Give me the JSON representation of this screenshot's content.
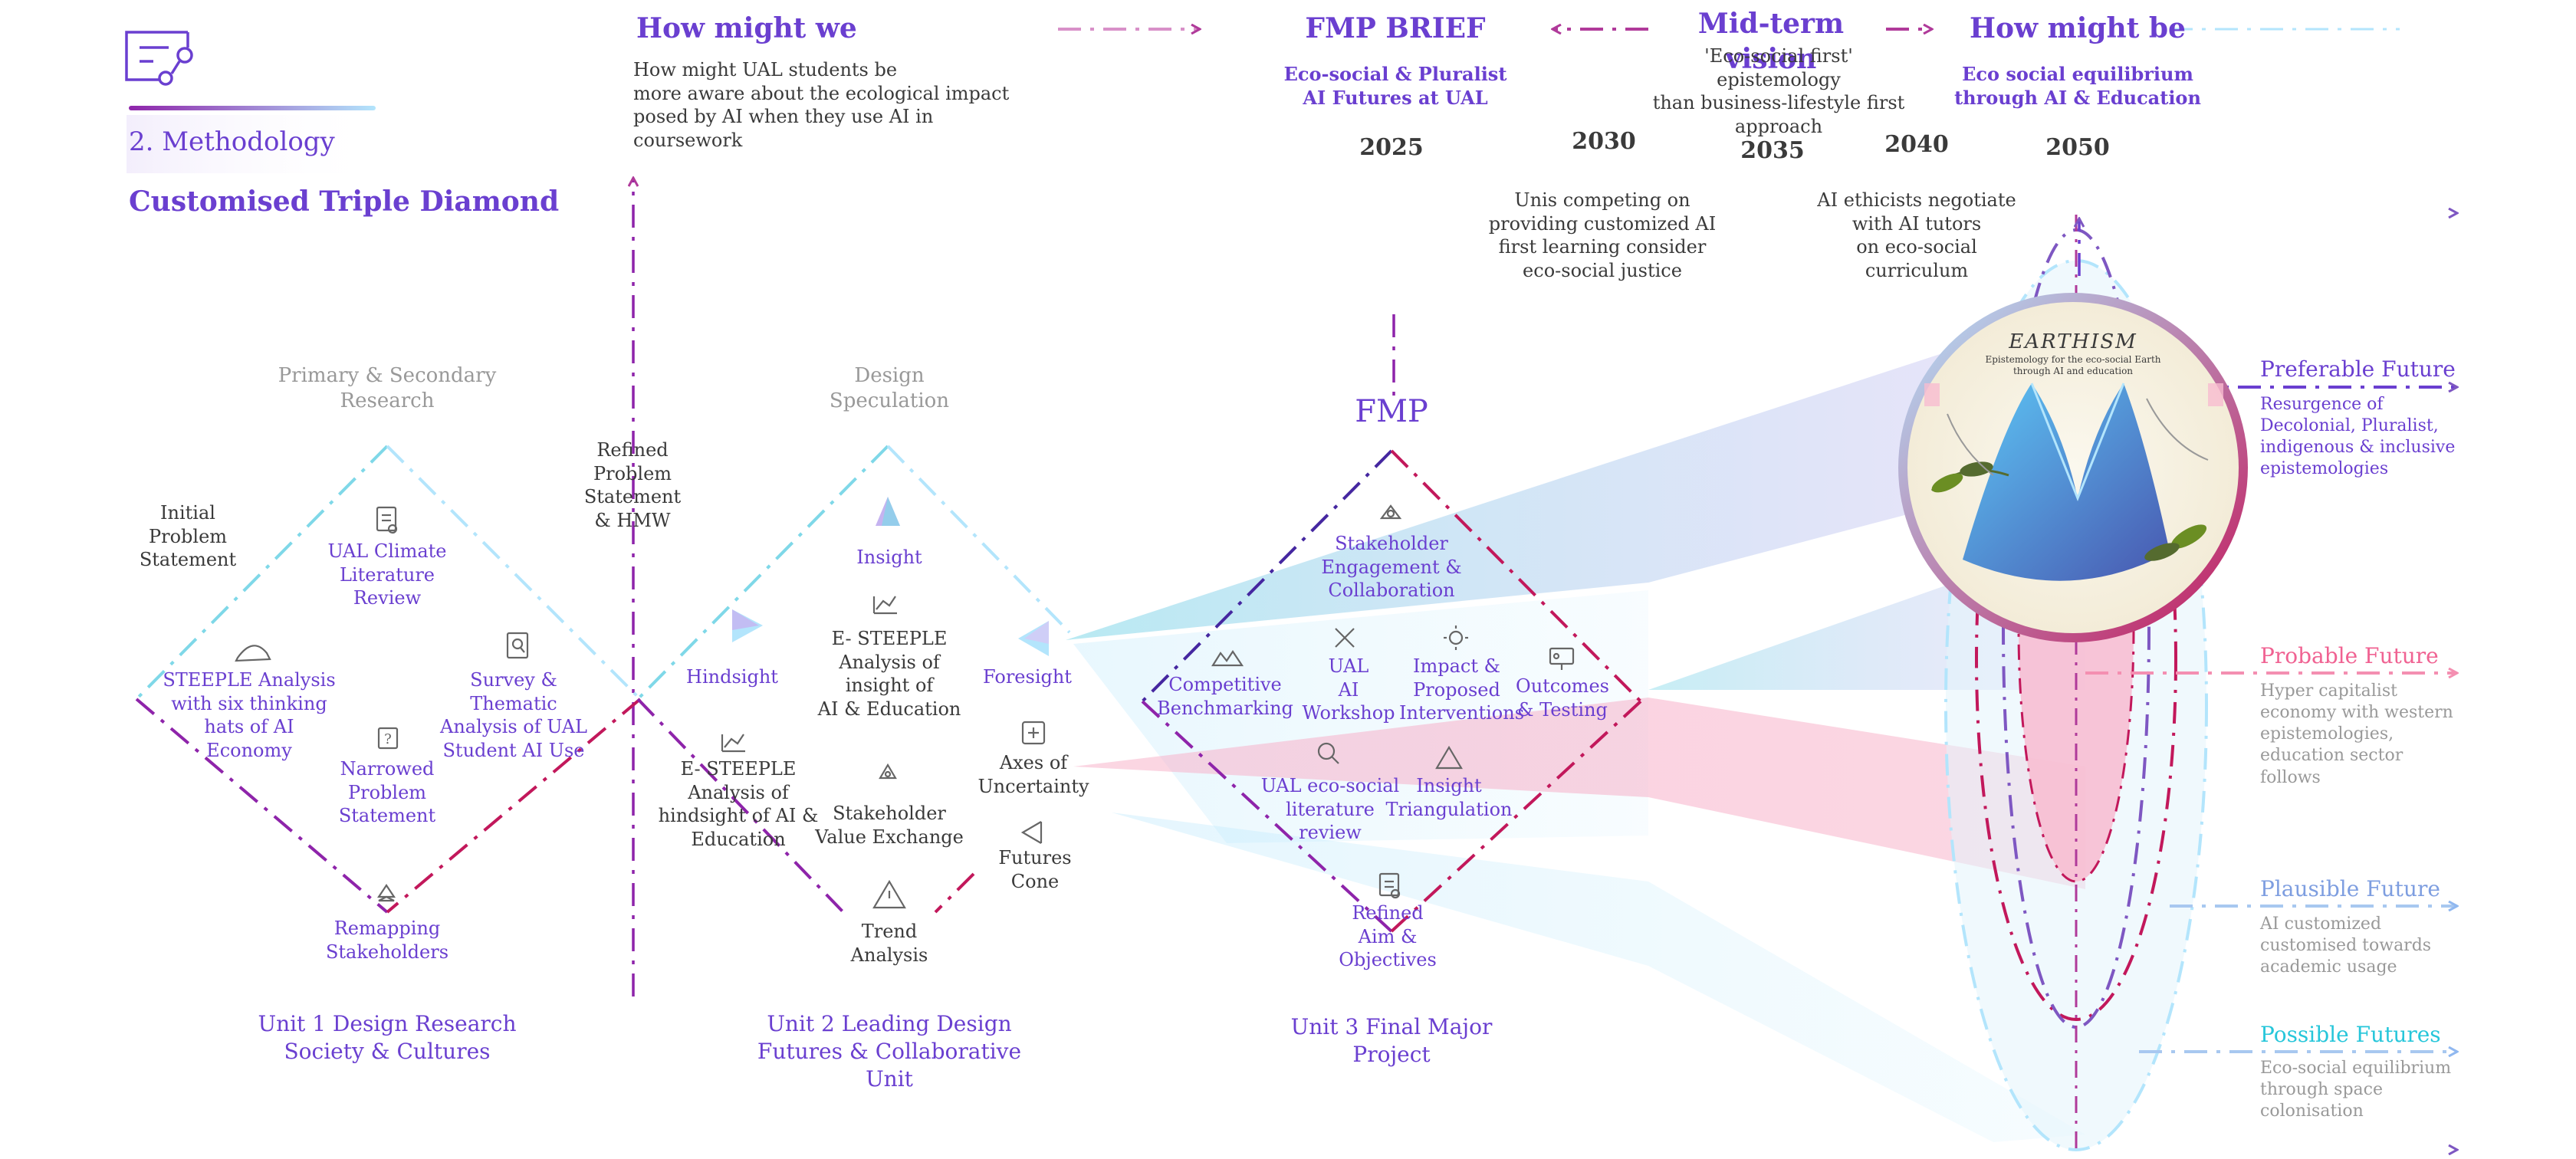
{
  "colors": {
    "purple": "#6a3fd0",
    "violet": "#9b59b6",
    "magenta": "#c2185b",
    "pink": "#f48fb1",
    "cyan": "#7fd8e8",
    "lightblue": "#a8c8f0",
    "grey": "#999999",
    "dark": "#3a3a3a"
  },
  "header": {
    "section": "2. Methodology",
    "subtitle": "Customised Triple Diamond",
    "icon": "flowchart-icon"
  },
  "hmw": {
    "title": "How might we",
    "text": "How might UAL students be\nmore aware about the ecological impact\nposed by AI when they use AI in coursework"
  },
  "brief": {
    "title": "FMP BRIEF",
    "text": "Eco-social & Pluralist\nAI Futures at UAL"
  },
  "midterm": {
    "title": "Mid-term vision",
    "text": "'Eco-social first' epistemology\nthan business-lifestyle first\napproach"
  },
  "howmightbe": {
    "title": "How might be",
    "text": "Eco social equilibrium\nthrough AI & Education"
  },
  "timeline": {
    "years": [
      "2025",
      "2030",
      "2035",
      "2040",
      "2050"
    ],
    "notes": [
      "Unis competing on\nproviding customized AI\nfirst learning consider\neco-social justice",
      "AI ethicists negotiate\nwith AI tutors\non eco-social\ncurriculum"
    ]
  },
  "diamond1": {
    "heading": "Primary & Secondary\nResearch",
    "initial": "Initial\nProblem\nStatement",
    "nodes": [
      {
        "label": "UAL Climate\nLiterature\nReview",
        "icon": "document-icon"
      },
      {
        "label": "STEEPLE Analysis\nwith six thinking\nhats of AI\nEconomy",
        "icon": "hat-icon"
      },
      {
        "label": "Survey & Thematic\nAnalysis of UAL\nStudent AI Use",
        "icon": "magnifier-document-icon"
      },
      {
        "label": "Narrowed\nProblem\nStatement",
        "icon": "question-icon"
      },
      {
        "label": "Remapping\nStakeholders",
        "icon": "recycle-icon"
      }
    ],
    "unit": "Unit 1 Design Research\nSociety & Cultures"
  },
  "refined": "Refined\nProblem\nStatement\n& HMW",
  "diamond2": {
    "heading": "Design\nSpeculation",
    "nodes": [
      {
        "label": "Insight",
        "icon": "triangle-icon"
      },
      {
        "label": "E- STEEPLE\nAnalysis of\ninsight of\nAI & Education",
        "icon": "chart-icon"
      },
      {
        "label": "Hindsight",
        "icon": "triangle-right-icon"
      },
      {
        "label": "Foresight",
        "icon": "triangle-left-icon"
      },
      {
        "label": "E- STEEPLE\nAnalysis of\nhindsight of AI &\nEducation",
        "icon": "chart-icon"
      },
      {
        "label": "Stakeholder\nValue Exchange",
        "icon": "recycle-icon"
      },
      {
        "label": "Trend\nAnalysis",
        "icon": "warning-triangle-icon"
      }
    ],
    "axes": {
      "label": "Axes of\nUncertainty",
      "icon": "plus-box-icon"
    },
    "cone": {
      "label": "Futures\nCone",
      "icon": "cone-icon"
    },
    "unit": "Unit 2 Leading Design\nFutures & Collaborative Unit"
  },
  "diamond3": {
    "heading": "FMP",
    "nodes": [
      {
        "label": "Stakeholder\nEngagement &\nCollaboration",
        "icon": "recycle-icon"
      },
      {
        "label": "Competitive\nBenchmarking",
        "icon": "mountains-icon"
      },
      {
        "label": "UAL\nAI\nWorkshop",
        "icon": "tools-icon"
      },
      {
        "label": "Impact &\nProposed\nInterventions",
        "icon": "sun-icon"
      },
      {
        "label": "Outcomes\n& Testing",
        "icon": "presentation-icon"
      },
      {
        "label": "UAL eco-social\nliterature\nreview",
        "icon": "magnifier-icon"
      },
      {
        "label": "Insight\nTriangulation",
        "icon": "warning-triangle-icon"
      },
      {
        "label": "Refined\nAim &\nObjectives",
        "icon": "document-icon"
      }
    ],
    "unit": "Unit 3 Final Major\nProject"
  },
  "earthism": {
    "title": "EARTHISM",
    "subtitle": "Epistemology for the eco-social Earth\nthrough AI and education"
  },
  "futures": [
    {
      "title": "Preferable Future",
      "text": "Resurgence of\nDecolonial, Pluralist,\nindigenous & inclusive\nepistemologies"
    },
    {
      "title": "Probable Future",
      "text": "Hyper capitalist\neconomy with western\nepistemologies,\neducation sector\nfollows"
    },
    {
      "title": "Plausible Future",
      "text": "AI customized\ncustomised towards\nacademic usage"
    },
    {
      "title": "Possible Futures",
      "text": "Eco-social equilibrium\nthrough space\ncolonisation"
    }
  ]
}
